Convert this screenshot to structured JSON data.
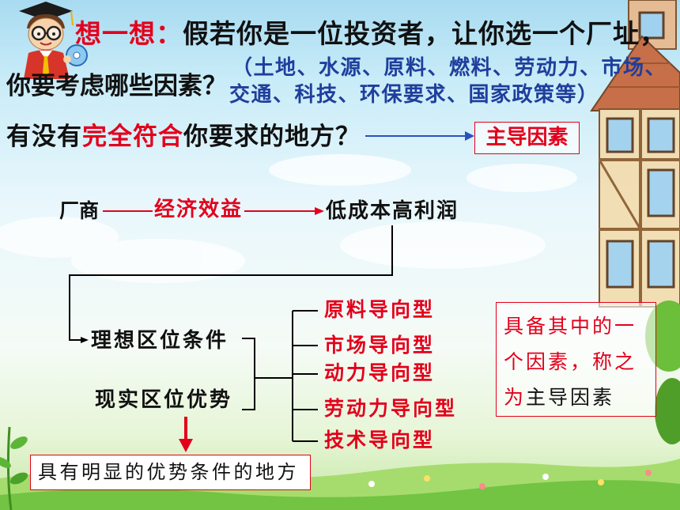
{
  "colors": {
    "accent_red": "#e3001b",
    "factors_blue": "#1f3e9c",
    "arrow_blue": "#2a52be",
    "text_black": "#111111"
  },
  "icons": {
    "character": "teacher-character-icon",
    "disc": "disc-icon",
    "house": "house-illustration"
  },
  "intro": {
    "prompt_label": "想一想：",
    "question_line1": "假若你是一位投资者，让你选一个厂址，",
    "question_line2": "你要考虑哪些因素？",
    "factors_line1": "（土地、水源、原料、燃料、劳动力、市场、",
    "factors_line2": "交通、科技、环保要求、国家政策等）",
    "followup_before": "有没有",
    "followup_highlight": "完全符合",
    "followup_after": "你要求的地方？",
    "dominant_factor_label": "主导因素"
  },
  "flow": {
    "manufacturer": "厂商",
    "benefit": "经济效益",
    "goal": "低成本高利润",
    "ideal_conditions": "理想区位条件",
    "actual_advantage": "现实区位优势",
    "orientation_types": [
      "原料导向型",
      "市场导向型",
      "动力导向型",
      "劳动力导向型",
      "技术导向型"
    ],
    "definition": {
      "line1": "具备其中的一",
      "line2": "个因素，称之",
      "line3_prefix": "为",
      "line3_term": "主导因素"
    },
    "advantage_result": "具有明显的优势条件的地方"
  }
}
